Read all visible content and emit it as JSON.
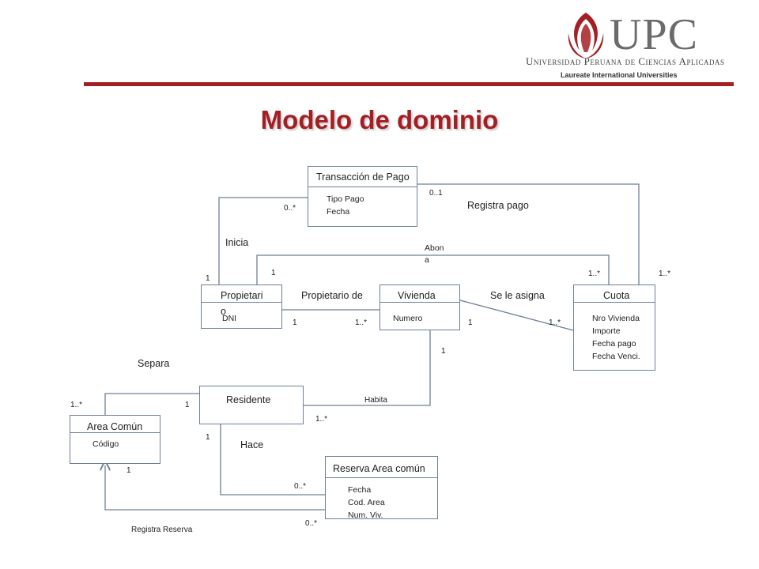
{
  "header": {
    "logo_text": "UPC",
    "university": "Universidad Peruana de Ciencias Aplicadas",
    "network": "Laureate International Universities"
  },
  "title": "Modelo de dominio",
  "colors": {
    "accent": "#a41f24",
    "line": "#6f7f96"
  },
  "classes": {
    "transaccion": {
      "name": "Transacción de Pago",
      "attrs": [
        "Tipo Pago",
        "Fecha"
      ]
    },
    "propietario": {
      "name_line1": "Propietari",
      "name_line2": "o",
      "attrs": [
        "DNI"
      ]
    },
    "vivienda": {
      "name": "Vivienda",
      "attrs": [
        "Numero"
      ]
    },
    "cuota": {
      "name": "Cuota",
      "attrs": [
        "Nro Vivienda",
        "Importe",
        "Fecha pago",
        "Fecha Venci."
      ]
    },
    "residente": {
      "name": "Residente",
      "attrs": []
    },
    "area_comun": {
      "name": "Area Común",
      "attrs": [
        "Código"
      ]
    },
    "reserva": {
      "name": "Reserva  Area  común",
      "attrs": [
        "Fecha",
        "Cod. Area",
        "Num. Viv."
      ]
    }
  },
  "associations": {
    "inicia": "Inicia",
    "registra_pago": "Registra pago",
    "abona_line1": "Abon",
    "abona_line2": "a",
    "propietario_de": "Propietario de",
    "se_le_asigna": "Se le asigna",
    "separa": "Separa",
    "habita": "Habita",
    "hace": "Hace",
    "registra_reserva": "Registra Reserva"
  },
  "multiplicities": {
    "trans_inicia": "0..*",
    "trans_registra": "0..1",
    "prop_inicia": "1",
    "prop_abona": "1",
    "cuota_abona": "1..*",
    "cuota_registra": "1..*",
    "prop_de_prop": "1",
    "prop_de_viv": "1..*",
    "viv_asigna": "1",
    "cuota_asigna": "1..*",
    "viv_habita": "1",
    "res_habita": "1..*",
    "area_separa": "1..*",
    "res_separa": "1",
    "res_hace": "1",
    "area_reserva": "1",
    "reserva_hace": "0..*",
    "reserva_registra": "0..*"
  }
}
